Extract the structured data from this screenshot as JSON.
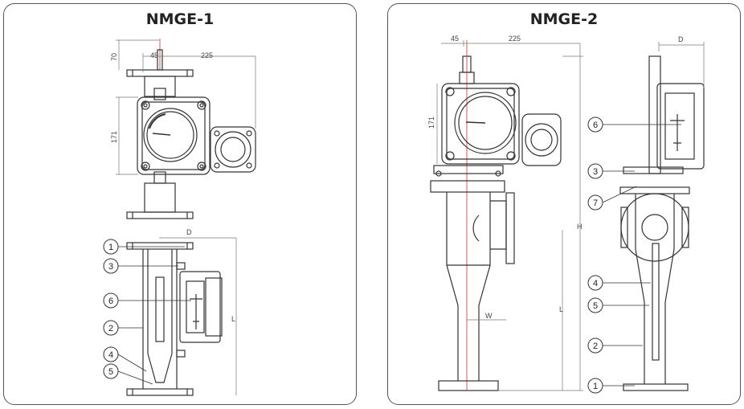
{
  "panels": [
    {
      "title": "NMGE-1"
    },
    {
      "title": "NMGE-2"
    }
  ],
  "nmge1": {
    "dims": {
      "top_height": "70",
      "left_offset": "45",
      "width": "225",
      "gauge_height": "171",
      "depth": "D",
      "length": "L"
    },
    "callouts": [
      "1",
      "3",
      "6",
      "2",
      "4",
      "5"
    ]
  },
  "nmge2": {
    "dims": {
      "left_offset": "45",
      "width": "225",
      "gauge_height": "171",
      "overall_height": "H",
      "length": "L",
      "w": "W",
      "depth": "D"
    },
    "callouts": [
      "6",
      "3",
      "7",
      "4",
      "5",
      "2",
      "1"
    ]
  },
  "colors": {
    "line": "#333333",
    "dim_line": "#777777",
    "center_line": "#c0392b",
    "panel_border": "#555555"
  }
}
